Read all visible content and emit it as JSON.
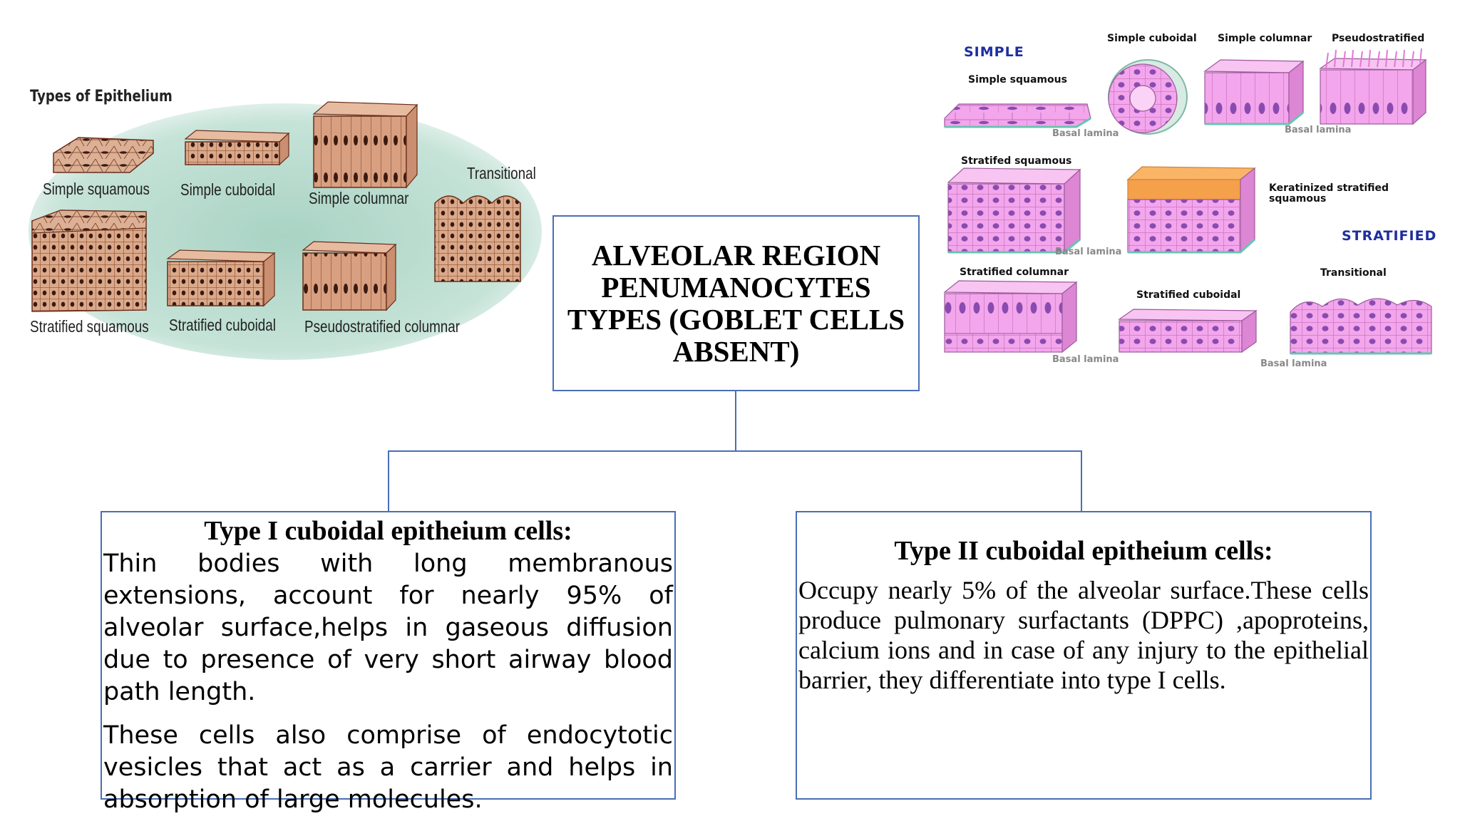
{
  "center": {
    "title": "ALVEOLAR REGION PENUMANOCYTES TYPES (GOBLET CELLS ABSENT)"
  },
  "type1": {
    "heading": "Type I cuboidal epitheium cells:",
    "para1": "Thin bodies with long membranous extensions, account for nearly 95% of alveolar surface,helps in gaseous diffusion due to presence of very short airway blood path length.",
    "para2": "These cells also comprise of endocytotic vesicles that act as a carrier and helps in absorption of large molecules."
  },
  "type2": {
    "heading": "Type II cuboidal epitheium cells:",
    "para1": "Occupy nearly 5% of the alveolar surface.These cells produce pulmonary surfactants (DPPC) ,apoproteins, calcium ions and in case of any injury to the epithelial barrier, they differentiate into type I cells."
  },
  "left_figure": {
    "title": "Types of Epithelium",
    "labels": {
      "simple_squamous": "Simple squamous",
      "simple_cuboidal": "Simple cuboidal",
      "simple_columnar": "Simple columnar",
      "transitional": "Transitional",
      "stratified_squamous": "Stratified squamous",
      "stratified_cuboidal": "Stratified cuboidal",
      "pseudostratified_columnar": "Pseudostratified columnar"
    }
  },
  "right_figure": {
    "simple": "SIMPLE",
    "stratified": "STRATIFIED",
    "simple_squamous": "Simple squamous",
    "simple_cuboidal": "Simple cuboidal",
    "simple_columnar": "Simple columnar",
    "pseudostratified": "Pseudostratified",
    "stratified_squamous": "Stratifed squamous",
    "keratinized_line1": "Keratinized stratified",
    "keratinized_line2": "squamous",
    "stratified_columnar": "Stratified columnar",
    "stratified_cuboidal": "Stratified cuboidal",
    "transitional": "Transitional",
    "basal_lamina": "Basal lamina"
  },
  "colors": {
    "box_border": "#4a6fb5",
    "tissue_tan": "#d9a888",
    "tissue_pink": "#f29ee6",
    "nucleus_purple": "#8a4bb0",
    "keratin_orange": "#f5a04a",
    "title_blue": "#1d2fa0"
  }
}
